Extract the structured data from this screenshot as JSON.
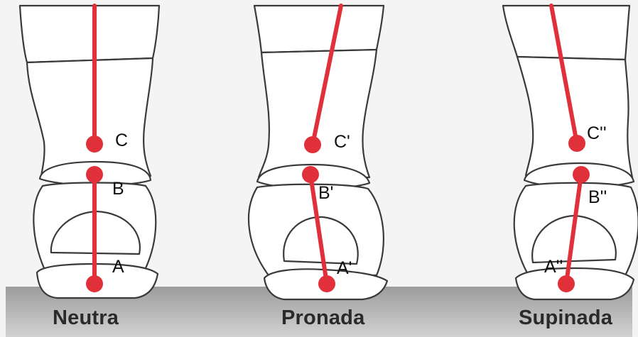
{
  "figure": {
    "colors": {
      "axis": "#e0303a",
      "outline": "#3a3a3a",
      "floor": "#aaaaaa",
      "background": "#f4f4f4"
    },
    "panels": [
      {
        "name": "neutra",
        "caption": "Neutra",
        "points": {
          "c": "C",
          "b": "B",
          "a": "A"
        }
      },
      {
        "name": "pronada",
        "caption": "Pronada",
        "points": {
          "c": "C'",
          "b": "B'",
          "a": "A'"
        }
      },
      {
        "name": "supinada",
        "caption": "Supinada",
        "points": {
          "c": "C''",
          "b": "B''",
          "a": "A''"
        }
      }
    ]
  }
}
